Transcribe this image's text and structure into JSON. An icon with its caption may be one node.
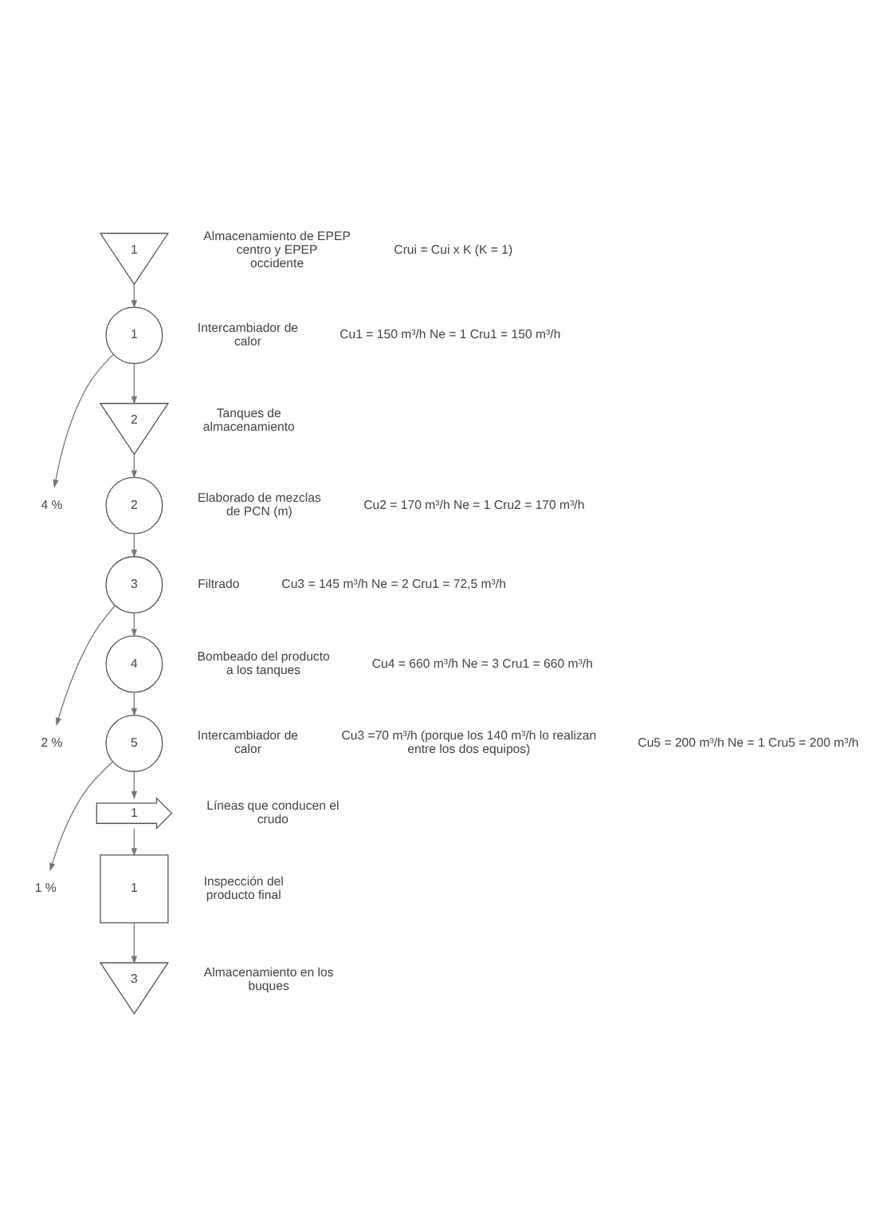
{
  "diagram": {
    "nodes": [
      {
        "text": [
          "1"
        ],
        "beside": [
          "Almacenamiento de EPEP centro y EPEP occidente"
        ]
      },
      {
        "text": [
          "1"
        ],
        "beside": [
          "Intercambiador de calor"
        ]
      },
      {
        "text": [
          "4 %"
        ]
      },
      {
        "text": [
          "2"
        ],
        "beside": [
          "Tanques de almacenamiento"
        ]
      },
      {
        "text": [
          "2"
        ],
        "beside": [
          "Elaborado de mezclas de PCN (m)"
        ]
      },
      {
        "text": [
          "3"
        ],
        "beside": [
          "Filtrado"
        ]
      },
      {
        "text": [
          "2 %"
        ]
      },
      {
        "text": [
          "4"
        ],
        "beside": [
          "Bombeado del producto a los tanques"
        ]
      },
      {
        "text": [
          "5"
        ],
        "beside": [
          "Intercambiador de calor"
        ]
      },
      {
        "text": [
          "1 %"
        ]
      },
      {
        "text": [
          "1"
        ],
        "beside": [
          "Líneas que conducen el crudo"
        ]
      },
      {
        "text": [
          "1"
        ],
        "beside": [
          "Inspección del producto final"
        ]
      },
      {
        "text": [
          "3"
        ],
        "beside": [
          "Almacenamiento en los buques"
        ]
      }
    ],
    "edges": [
      {
        "from": 0,
        "to": 1,
        "arrow": "to"
      },
      {
        "from": 1,
        "to": 3,
        "arrow": "to"
      },
      {
        "from": 1,
        "to": 2,
        "arrow": "to"
      },
      {
        "from": 3,
        "to": 4,
        "arrow": "to"
      },
      {
        "from": 4,
        "to": 5,
        "arrow": "to"
      },
      {
        "from": 5,
        "to": 7,
        "arrow": "to"
      },
      {
        "from": 5,
        "to": 6,
        "arrow": "to"
      },
      {
        "from": 7,
        "to": 8,
        "arrow": "to"
      },
      {
        "from": 8,
        "to": 10,
        "arrow": "to"
      },
      {
        "from": 8,
        "to": 9,
        "arrow": "to"
      },
      {
        "from": 10,
        "to": 11,
        "arrow": "to"
      },
      {
        "from": 11,
        "to": 12,
        "arrow": "to"
      }
    ],
    "labels": [
      "Crui = Cui x K (K = 1)",
      "Cu1 = 150 m³/h Ne = 1 Cru1 = 150 m³/h",
      "Cu2 = 170 m³/h Ne = 1 Cru2 = 170 m³/h",
      "Cu3 = 145 m³/h Ne = 2 Cru1 = 72,5 m³/h",
      "Cu3 =70 m³/h (porque los 140 m³/h lo realizan entre los dos equipos)",
      "Cu4 = 660 m³/h Ne = 3 Cru1 = 660 m³/h",
      "Cu5 = 200 m³/h Ne = 1 Cru5 = 200 m³/h"
    ]
  }
}
